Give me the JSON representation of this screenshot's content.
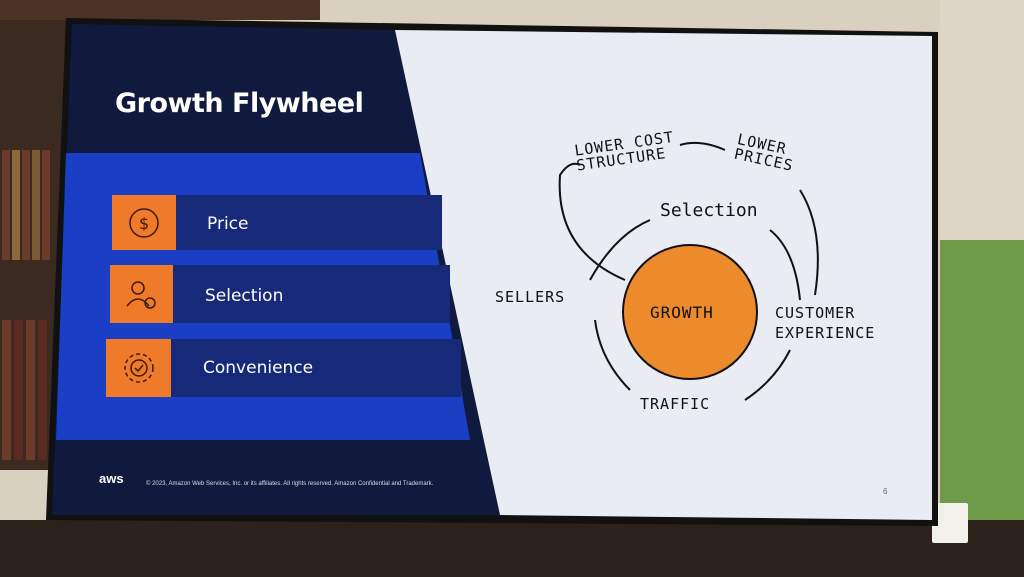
{
  "slide": {
    "title": "Growth Flywheel",
    "items": [
      {
        "label": "Price",
        "icon": "dollar-icon"
      },
      {
        "label": "Selection",
        "icon": "user-check-icon"
      },
      {
        "label": "Convenience",
        "icon": "gear-icon"
      }
    ],
    "footer": "© 2023, Amazon Web Services, Inc. or its affiliates. All rights reserved. Amazon Confidential and Trademark.",
    "logo": "aws",
    "page_number": "6"
  },
  "diagram": {
    "center": "GROWTH",
    "nodes": [
      "LOWER COST STRUCTURE",
      "LOWER PRICES",
      "Selection",
      "SELLERS",
      "CUSTOMER EXPERIENCE",
      "TRAFFIC"
    ]
  },
  "colors": {
    "navy": "#101a3e",
    "blue": "#1a3fc4",
    "orange": "#ee7a2a",
    "circle": "#ec8a2c"
  }
}
